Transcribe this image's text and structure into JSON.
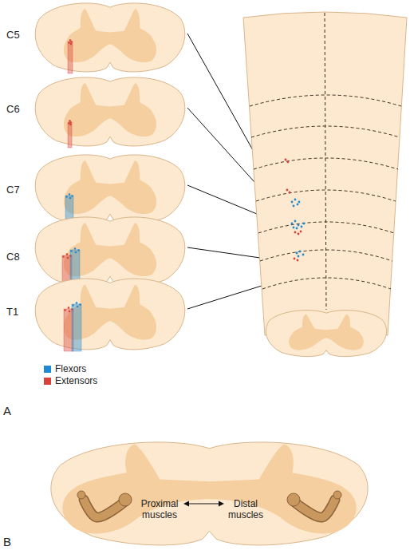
{
  "diagram": {
    "nodes": [
      {
        "text": [
          "C5"
        ]
      },
      {
        "text": [
          "C6"
        ]
      },
      {
        "text": [
          "C7"
        ]
      },
      {
        "text": [
          "C8"
        ]
      },
      {
        "text": [
          "T1"
        ]
      },
      {
        "text": [
          "Proximal muscles",
          "Distal muscles"
        ]
      }
    ],
    "labels": [
      "A",
      "B"
    ],
    "legend": [
      {
        "text": "Flexors",
        "color": "#1f8ad2"
      },
      {
        "text": "Extensors",
        "color": "#d9423c"
      }
    ]
  }
}
